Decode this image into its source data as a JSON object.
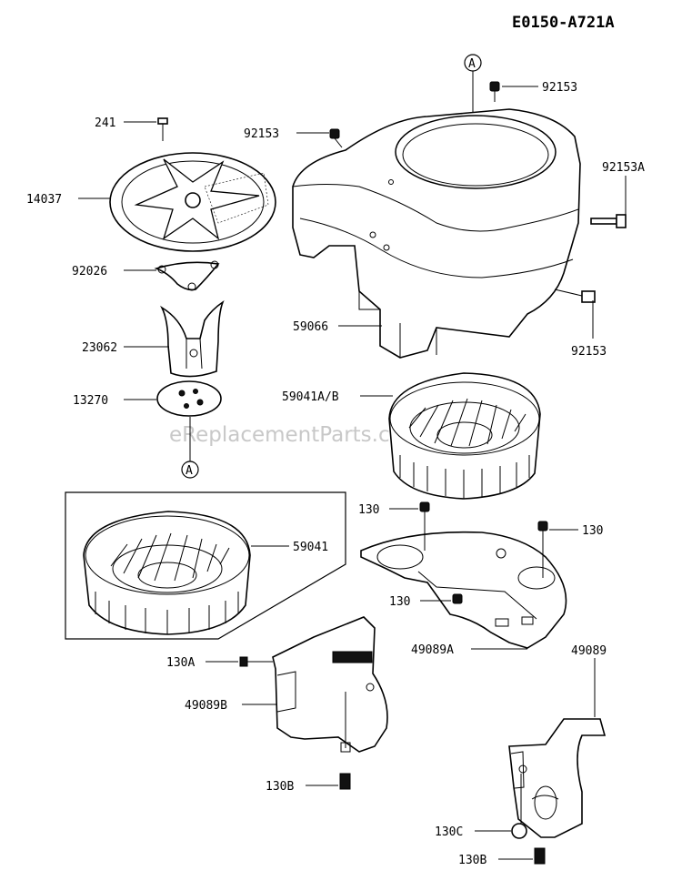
{
  "diagram_code": "E0150-A721A",
  "watermark": "eReplacementParts.com",
  "reference_marker": "A",
  "labels": {
    "p241": "241",
    "p14037": "14037",
    "p92026": "92026",
    "p23062": "23062",
    "p13270": "13270",
    "p92153_top": "92153",
    "p92153_left": "92153",
    "p92153A": "92153A",
    "p92153_right": "92153",
    "p59066": "59066",
    "p59041AB": "59041A/B",
    "p59041": "59041",
    "p130_a": "130",
    "p130_b": "130",
    "p130_c": "130",
    "p49089A": "49089A",
    "p49089": "49089",
    "p130A": "130A",
    "p49089B": "49089B",
    "p130B_a": "130B",
    "p130C": "130C",
    "p130B_b": "130B"
  }
}
